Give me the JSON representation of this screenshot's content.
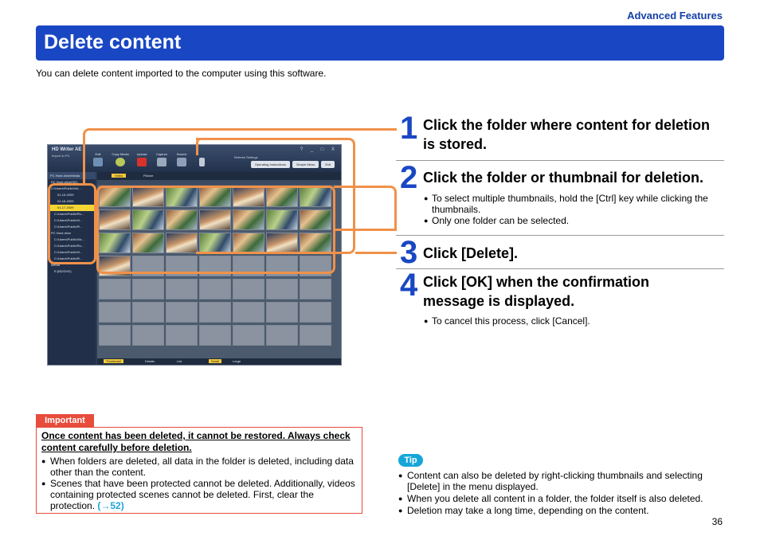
{
  "header": {
    "section": "Advanced Features",
    "title": "Delete content",
    "intro": "You can delete content imported to the computer using this software."
  },
  "screenshot": {
    "app_title": "HD Writer AE",
    "app_subtitle": "Import to PC",
    "toolbar": [
      "Edit",
      "Copy Media",
      "Upload",
      "Capture",
      "Search"
    ],
    "window_controls": "? _ □ X",
    "refresh_label": "Refresh Settings",
    "buttons": [
      "Operating Instructions",
      "Simple Menu",
      "Exit"
    ],
    "left_header": "PC Hard drive/Media",
    "tree": [
      "PC Hard drive(HD)",
      "C:\\Users\\Public\\Vid...",
      "01-15-2009",
      "01-16-2009",
      "01-17-2009",
      "C:\\Users\\Public\\Pic...",
      "C:\\Users\\Public\\Vi...",
      "C:\\Users\\Public\\Pi...",
      "PC Hard drive",
      "C:\\Users\\Public\\Vid...",
      "C:\\Users\\Public\\Pic...",
      "C:\\Users\\Public\\Vi...",
      "C:\\Users\\Public\\Pi...",
      "Media",
      "E:(BD/DVD)"
    ],
    "tabs": [
      "Video",
      "Picture"
    ],
    "bottom": [
      "Thumbnail",
      "Details",
      "List",
      "Small",
      "Large"
    ]
  },
  "steps": [
    {
      "num": "1",
      "title": "Click the folder where content for deletion is stored.",
      "bullets": []
    },
    {
      "num": "2",
      "title": "Click the folder or thumbnail for deletion.",
      "bullets": [
        "To select multiple thumbnails, hold the [Ctrl] key while clicking the thumbnails.",
        "Only one folder can be selected."
      ]
    },
    {
      "num": "3",
      "title": "Click [Delete].",
      "bullets": []
    },
    {
      "num": "4",
      "title": "Click [OK] when the confirmation message is displayed.",
      "bullets": [
        "To cancel this process, click [Cancel]."
      ]
    }
  ],
  "important": {
    "label": "Important",
    "heading": "Once content has been deleted, it cannot be restored. Always check content carefully before deletion.",
    "bullets": [
      "When folders are deleted, all data in the folder is deleted, including data other than the content.",
      "Scenes that have been protected cannot be deleted. Additionally, videos containing protected scenes cannot be deleted. First, clear the protection."
    ],
    "link": "(→52)"
  },
  "tip": {
    "label": "Tip",
    "bullets": [
      "Content can also be deleted by right-clicking thumbnails and selecting [Delete] in the menu displayed.",
      "When you delete all content in a folder, the folder itself is also deleted.",
      "Deletion may take a long time, depending on the content."
    ]
  },
  "page_number": "36",
  "colors": {
    "title_bar": "#1947c4",
    "callout": "#f0914a",
    "important": "#e74c3c",
    "tip": "#17a6d8"
  }
}
